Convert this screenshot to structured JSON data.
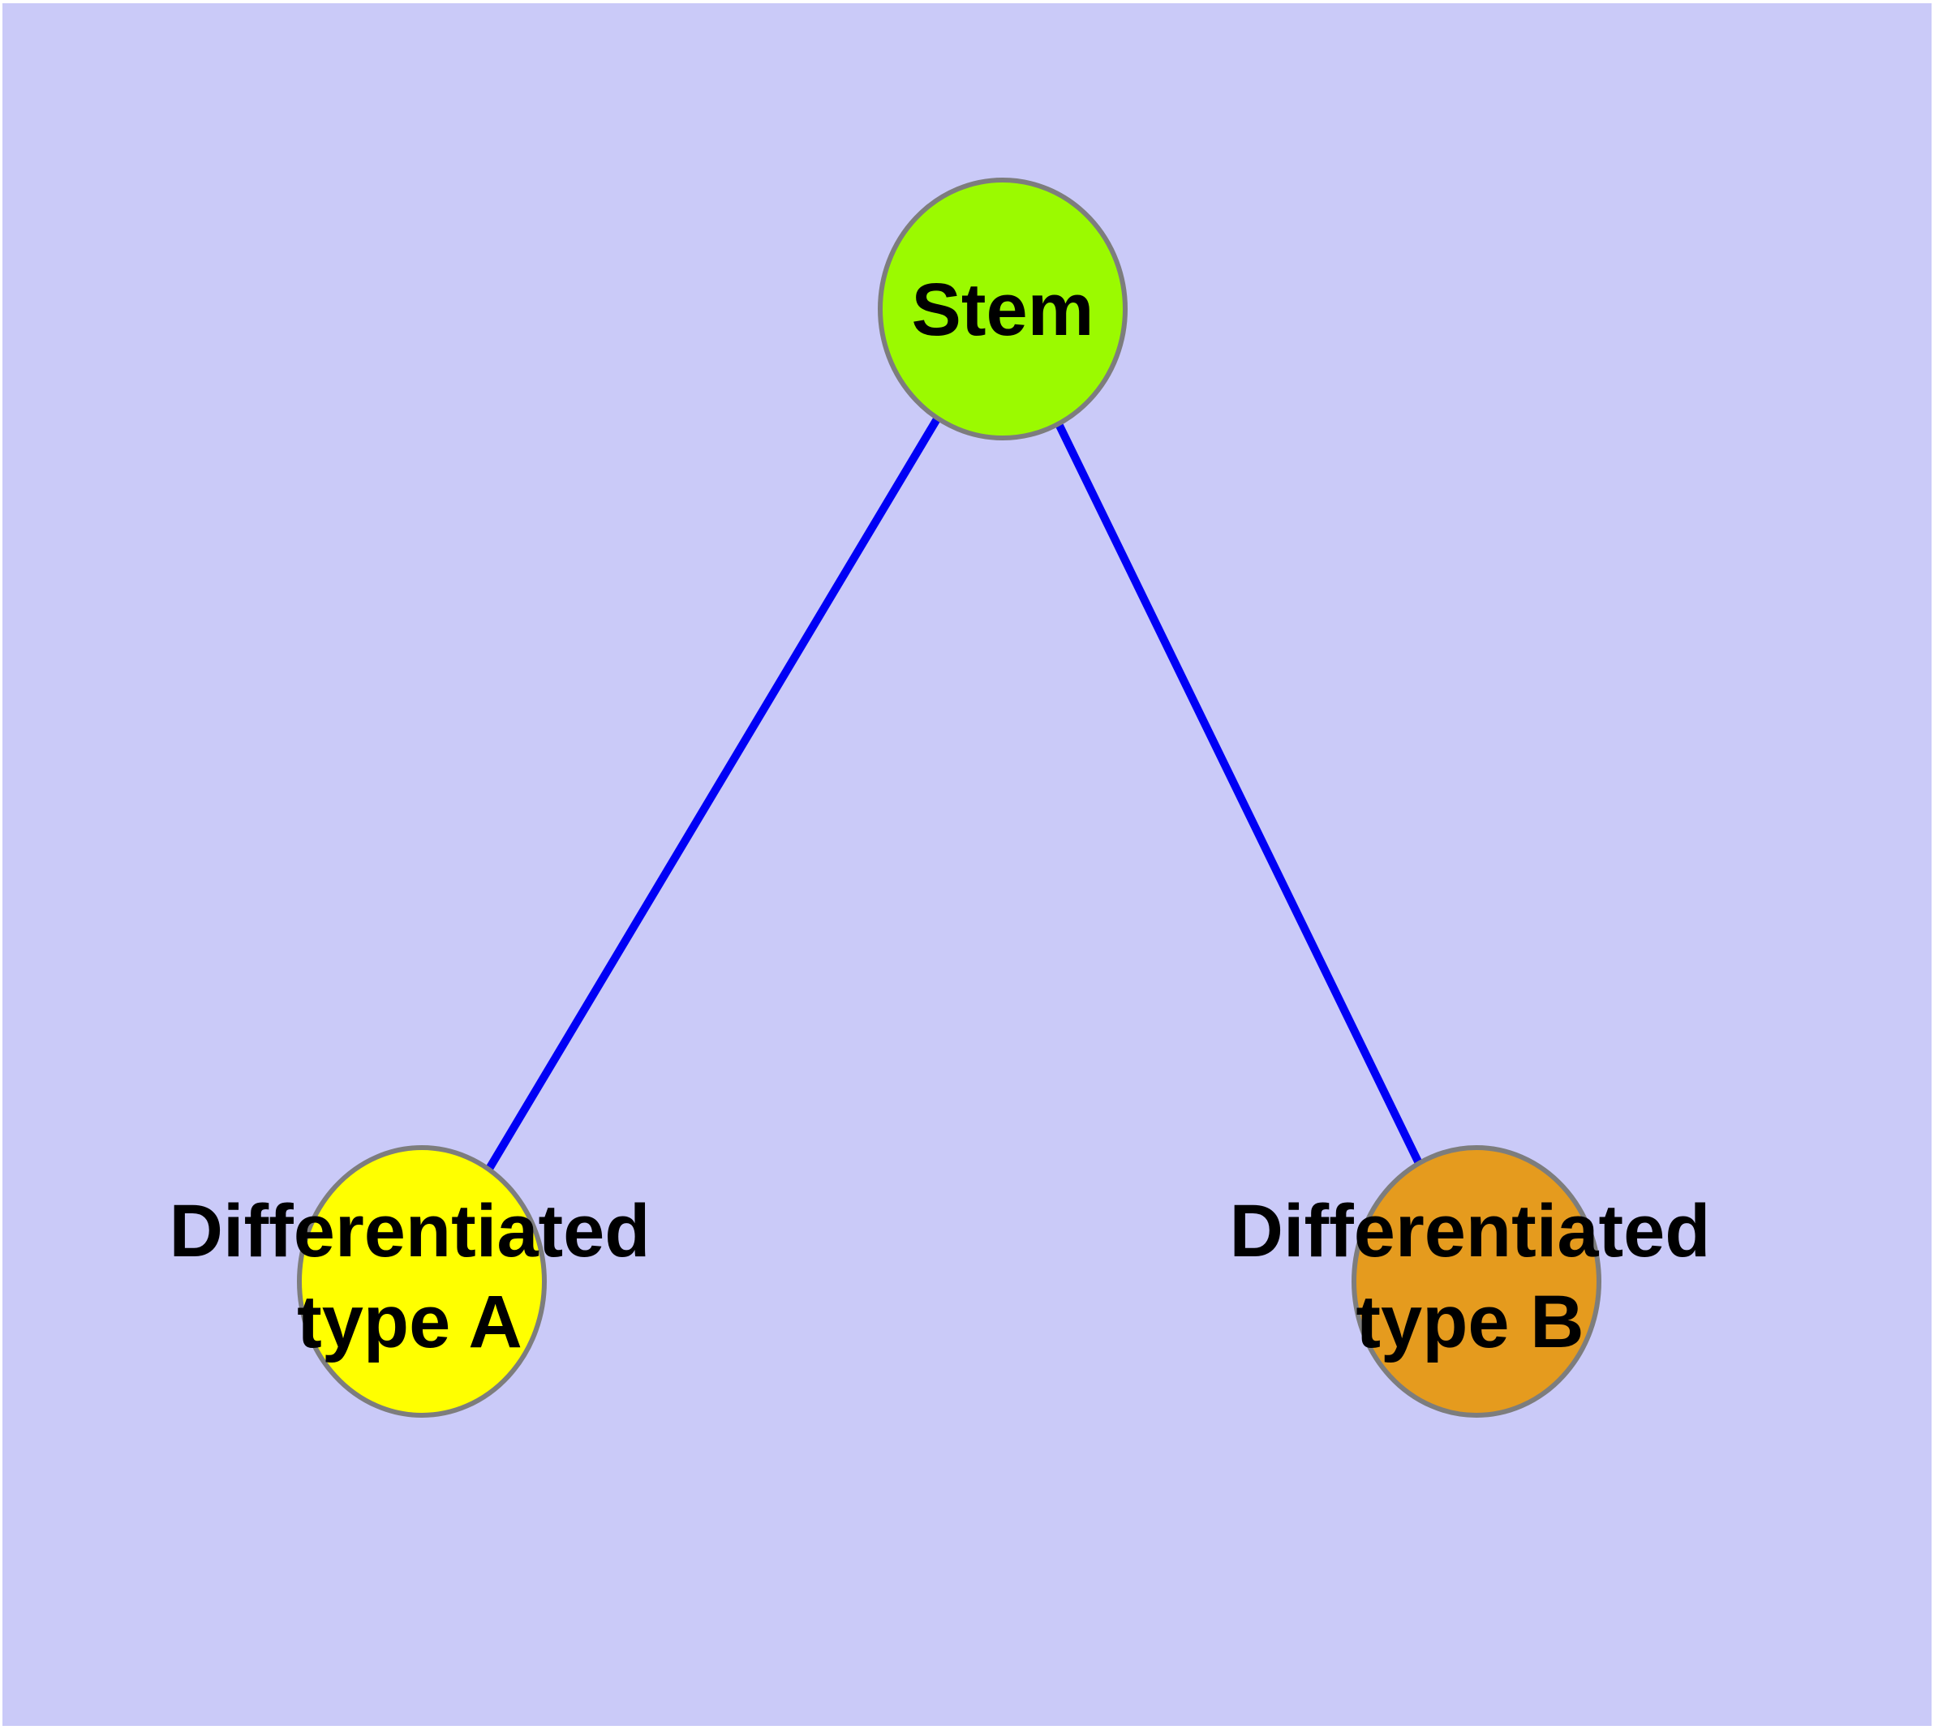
{
  "diagram": {
    "type": "graph",
    "background_color": "#CACAF8",
    "edge_color": "#0000F5",
    "node_border_color": "#7D7D7D",
    "text_color": "#000000",
    "nodes": [
      {
        "id": "stem",
        "label": "Stem",
        "fill": "#9BFA00"
      },
      {
        "id": "type-a",
        "label_line1": "Differentiated",
        "label_line2": "type A",
        "fill": "#FFFF00"
      },
      {
        "id": "type-b",
        "label_line1": "Differentiated",
        "label_line2": "type B",
        "fill": "#E59B1E"
      }
    ],
    "edges": [
      {
        "from": "Stem",
        "to": "Differentiated type A"
      },
      {
        "from": "Stem",
        "to": "Differentiated type B"
      }
    ]
  }
}
